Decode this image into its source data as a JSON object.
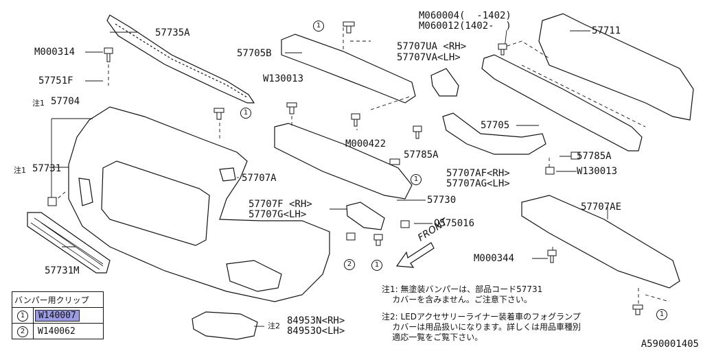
{
  "parts": {
    "p57735A": "57735A",
    "pM000314": "M000314",
    "p57751F": "57751F",
    "p57704": "57704",
    "p57731": "57731",
    "p57731M": "57731M",
    "p57705B": "57705B",
    "pW130013a": "W130013",
    "pM000422": "M000422",
    "p57785Aa": "57785A",
    "p57707A": "57707A",
    "p57730": "57730",
    "p57707F": "57707F <RH>",
    "p57707G": "57707G<LH>",
    "pQ575016": "Q575016",
    "pM060004": "M060004(  -1402)",
    "pM060012": "M060012(1402-  )",
    "p57707UA": "57707UA <RH>",
    "p57707VA": "57707VA<LH>",
    "p57711": "57711",
    "p57705": "57705",
    "p57785Ab": "57785A",
    "p57707AF": "57707AF<RH>",
    "p57707AG": "57707AG<LH>",
    "pW130013b": "W130013",
    "p57707AE": "57707AE",
    "pM000344": "M000344",
    "p84953N": "84953N<RH>",
    "p84953O": "84953O<LH>"
  },
  "notes": {
    "note1_prefix": "注1",
    "note2_prefix": "注2",
    "note1_text": "注1: 無塗装バンパーは、部品コード57731\n    カバーを含みません。ご注意下さい。",
    "note2_text": "注2: LEDアクセサリーライナー装着車のフォグランプ\n    カバーは用品扱いになります。詳しくは用品車種別\n    適応一覧をご覧下さい。"
  },
  "callouts": {
    "one": "1",
    "two": "2"
  },
  "front_label": "FRONT",
  "legend": {
    "header": "バンパー用クリップ",
    "rows": [
      {
        "mark": "1",
        "code": "W140007",
        "highlighted": true
      },
      {
        "mark": "2",
        "code": "W140062",
        "highlighted": false
      }
    ]
  },
  "reference_code": "A590001405"
}
